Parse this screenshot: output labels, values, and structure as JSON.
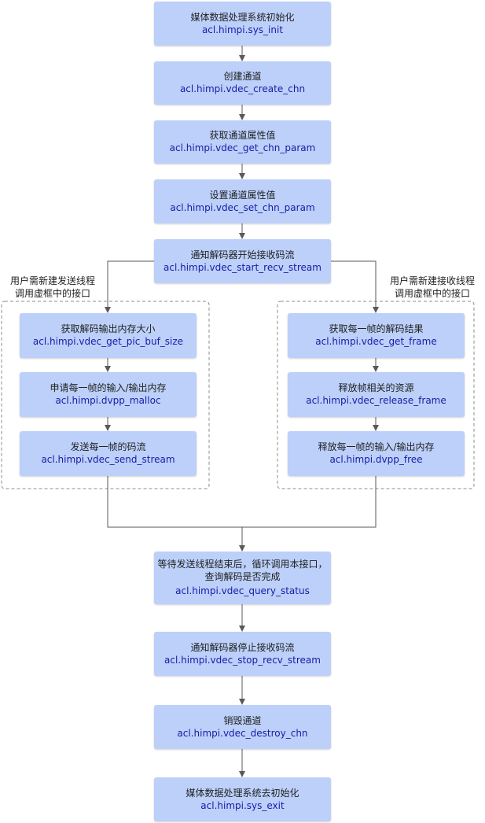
{
  "nodes": [
    {
      "title": "媒体数据处理系统初始化",
      "api": "acl.himpi.sys_init"
    },
    {
      "title": "创建通道",
      "api": "acl.himpi.vdec_create_chn"
    },
    {
      "title": "获取通道属性值",
      "api": "acl.himpi.vdec_get_chn_param"
    },
    {
      "title": "设置通道属性值",
      "api": "acl.himpi.vdec_set_chn_param"
    },
    {
      "title": "通知解码器开始接收码流",
      "api": "acl.himpi.vdec_start_recv_stream"
    },
    {
      "title": "获取解码输出内存大小",
      "api": "acl.himpi.vdec_get_pic_buf_size"
    },
    {
      "title": "申请每一帧的输入/输出内存",
      "api": "acl.himpi.dvpp_malloc"
    },
    {
      "title": "发送每一帧的码流",
      "api": "acl.himpi.vdec_send_stream"
    },
    {
      "title": "获取每一帧的解码结果",
      "api": "acl.himpi.vdec_get_frame"
    },
    {
      "title": "释放帧相关的资源",
      "api": "acl.himpi.vdec_release_frame"
    },
    {
      "title": "释放每一帧的输入/输出内存",
      "api": "acl.himpi.dvpp_free"
    },
    {
      "title": "等待发送线程结束后，循环调用本接口，",
      "title2": "查询解码是否完成",
      "api": "acl.himpi.vdec_query_status"
    },
    {
      "title": "通知解码器停止接收码流",
      "api": "acl.himpi.vdec_stop_recv_stream"
    },
    {
      "title": "销毁通道",
      "api": "acl.himpi.vdec_destroy_chn"
    },
    {
      "title": "媒体数据处理系统去初始化",
      "api": "acl.himpi.sys_exit"
    }
  ],
  "side_labels": {
    "left": {
      "line1": "用户需新建发送线程",
      "line2": "调用虚框中的接口"
    },
    "right": {
      "line1": "用户需新建接收线程",
      "line2": "调用虚框中的接口"
    }
  },
  "colors": {
    "node_fill": "#bcd0fa",
    "api_text": "#1a1aa6",
    "line": "#595959",
    "dashed_border": "#8c8c8c"
  }
}
